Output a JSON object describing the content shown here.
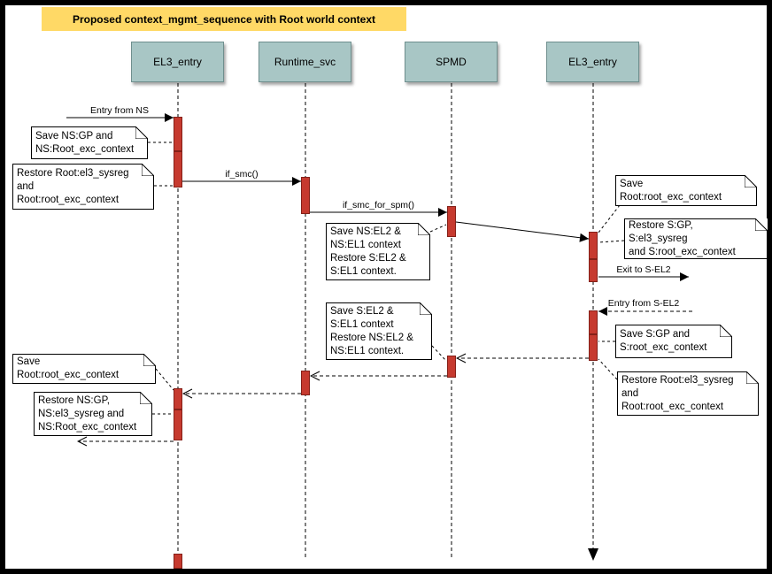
{
  "title": "Proposed context_mgmt_sequence with Root world context",
  "lifelines": [
    {
      "label": "EL3_entry"
    },
    {
      "label": "Runtime_svc"
    },
    {
      "label": "SPMD"
    },
    {
      "label": "EL3_entry"
    }
  ],
  "messages": {
    "entry_from_ns": "Entry from NS",
    "if_smc": "if_smc()",
    "if_smc_for_spm": "if_smc_for_spm()",
    "exit_to_s_el2": "Exit to S-EL2",
    "entry_from_s_el2": "Entry from S-EL2"
  },
  "notes": {
    "save_ns_gp": "Save NS:GP and\nNS:Root_exc_context",
    "restore_root_el3_sysreg": "Restore Root:el3_sysreg\nand\nRoot:root_exc_context",
    "save_ns_el2": "Save NS:EL2 &\nNS:EL1 context\nRestore S:EL2 &\nS:EL1 context.",
    "save_root_exc_right": "Save Root:root_exc_context",
    "restore_s_gp": "Restore S:GP, S:el3_sysreg\nand S:root_exc_context",
    "save_s_gp": "Save S:GP and\nS:root_exc_context",
    "restore_root_el3_sysreg_right": "Restore Root:el3_sysreg\nand\nRoot:root_exc_context",
    "save_s_el2": "Save S:EL2 &\nS:EL1 context\nRestore NS:EL2 &\nNS:EL1 context.",
    "save_root_exc_left": "Save Root:root_exc_context",
    "restore_ns_gp": "Restore NS:GP,\nNS:el3_sysreg and\nNS:Root_exc_context"
  },
  "colors": {
    "frame": "#000000",
    "canvas_bg": "#ffffff",
    "title_bg": "#ffd966",
    "lifeline_header_bg": "#a8c6c5",
    "activation_fill": "#c63a2f",
    "activation_border": "#842018",
    "note_bg": "#ffffff",
    "line": "#000000"
  }
}
